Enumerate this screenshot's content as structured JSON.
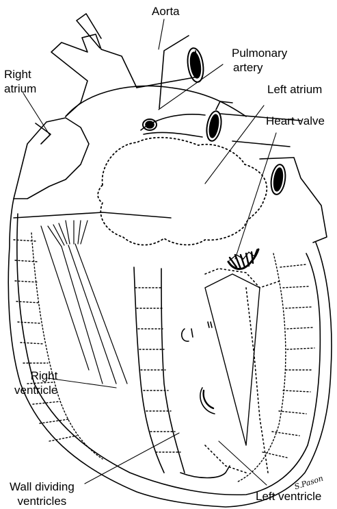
{
  "labels": {
    "aorta": "Aorta",
    "pulmonary_artery_1": "Pulmonary",
    "pulmonary_artery_2": "artery",
    "right_atrium_1": "Right",
    "right_atrium_2": "atrium",
    "left_atrium": "Left atrium",
    "heart_valve": "Heart valve",
    "right_ventricle_1": "Right",
    "right_ventricle_2": "ventricle",
    "wall_dividing_1": "Wall dividing",
    "wall_dividing_2": "ventricles",
    "left_ventricle": "Left ventricle"
  },
  "signature": "S.Pason"
}
